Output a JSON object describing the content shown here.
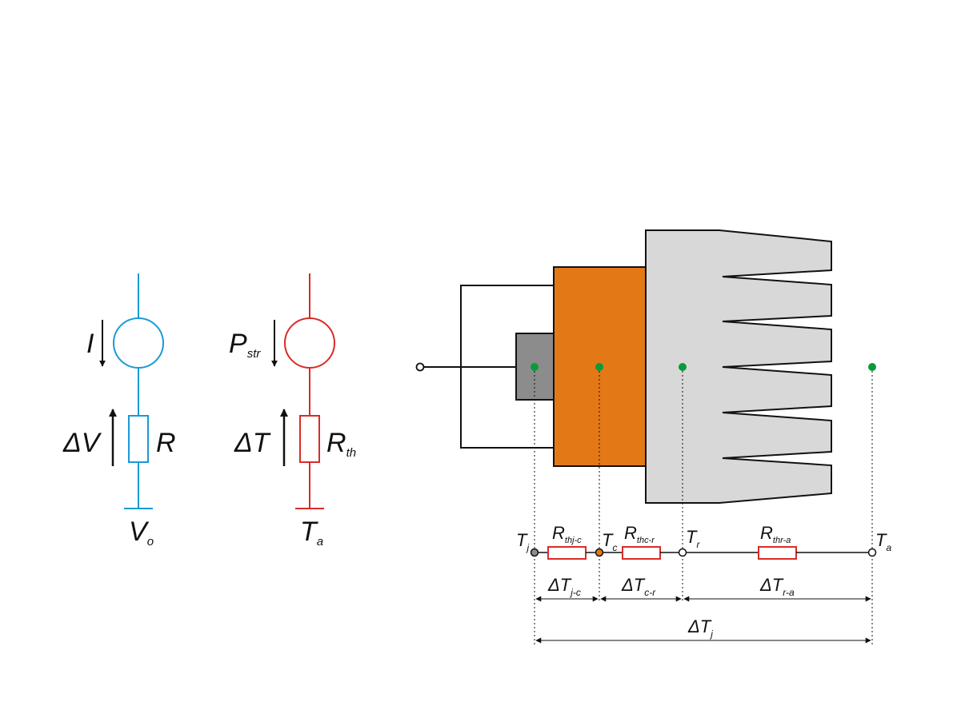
{
  "colors": {
    "electric": "#1a9ad6",
    "thermal": "#d92b27",
    "transistor": "#8c8c8c",
    "case": "#e37817",
    "heatsink": "#d8d8d8",
    "node_dot": "#0a9a3c",
    "line": "#111111"
  },
  "electric": {
    "source_label": "I",
    "dv_label": "ΔV",
    "r_label": "R",
    "ground_main": "V",
    "ground_sub": "o"
  },
  "thermal": {
    "source_main": "P",
    "source_sub": "str",
    "dt_label": "ΔT",
    "r_main": "R",
    "r_sub": "th",
    "ground_main": "T",
    "ground_sub": "a"
  },
  "network": {
    "nodes": {
      "tj": {
        "main": "T",
        "sub": "j"
      },
      "tc": {
        "main": "T",
        "sub": "c"
      },
      "tr": {
        "main": "T",
        "sub": "r"
      },
      "ta": {
        "main": "T",
        "sub": "a"
      }
    },
    "resistors": {
      "r_jc": {
        "main": "R",
        "sub": "thj-c"
      },
      "r_cr": {
        "main": "R",
        "sub": "thc-r"
      },
      "r_ra": {
        "main": "R",
        "sub": "thr-a"
      }
    },
    "deltas": {
      "jc": {
        "main": "ΔT",
        "sub": "j-c"
      },
      "cr": {
        "main": "ΔT",
        "sub": "c-r"
      },
      "ra": {
        "main": "ΔT",
        "sub": "r-a"
      },
      "total": {
        "main": "ΔT",
        "sub": "j"
      }
    }
  }
}
